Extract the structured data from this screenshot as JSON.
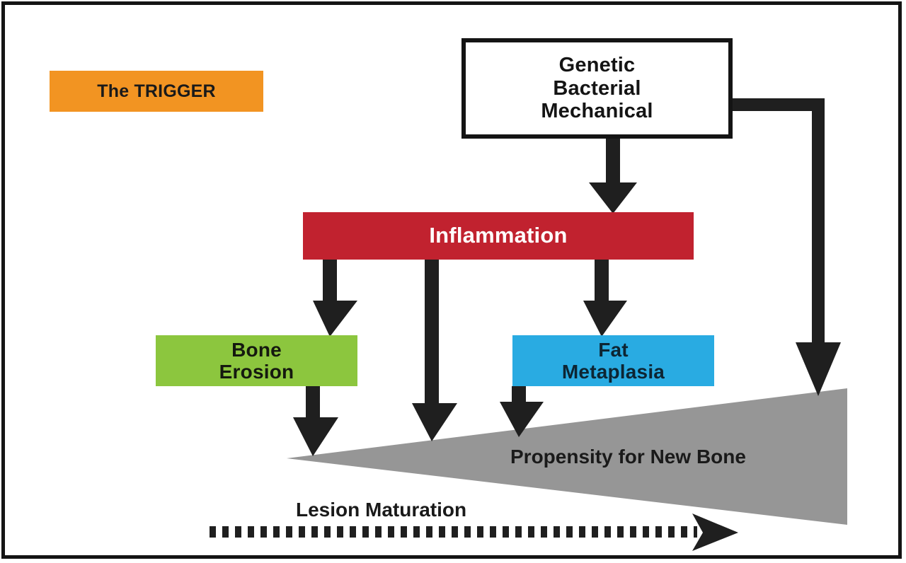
{
  "diagram": {
    "title_nodes": {
      "trigger": {
        "label": "The TRIGGER",
        "color": "#F29422"
      },
      "source": {
        "line1": "Genetic",
        "line2": "Bacterial",
        "line3": "Mechanical",
        "color": "#FFFFFF",
        "border_color": "#141414"
      },
      "inflammation": {
        "label": "Inflammation",
        "color": "#C1222F"
      },
      "bone_erosion": {
        "line1": "Bone",
        "line2": "Erosion",
        "color": "#8CC63E"
      },
      "fat_metaplasia": {
        "line1": "Fat",
        "line2": "Metaplasia",
        "color": "#29ABE2"
      }
    },
    "wedge": {
      "label": "Propensity for New Bone",
      "color": "#969696"
    },
    "timeline": {
      "label": "Lesion Maturation",
      "style": "dotted-arrow",
      "color": "#1F1F1F"
    },
    "arrows": [
      {
        "name": "source-to-inflammation",
        "from": "source",
        "to": "inflammation"
      },
      {
        "name": "source-to-wedge",
        "from": "source",
        "to": "wedge"
      },
      {
        "name": "inflammation-to-bone-erosion",
        "from": "inflammation",
        "to": "bone_erosion"
      },
      {
        "name": "inflammation-to-wedge",
        "from": "inflammation",
        "to": "wedge"
      },
      {
        "name": "inflammation-to-fat-metaplasia",
        "from": "inflammation",
        "to": "fat_metaplasia"
      },
      {
        "name": "bone-erosion-to-wedge",
        "from": "bone_erosion",
        "to": "wedge"
      },
      {
        "name": "fat-metaplasia-to-wedge",
        "from": "fat_metaplasia",
        "to": "wedge"
      }
    ],
    "frame_color": "#141414",
    "background": "#FFFFFF"
  }
}
